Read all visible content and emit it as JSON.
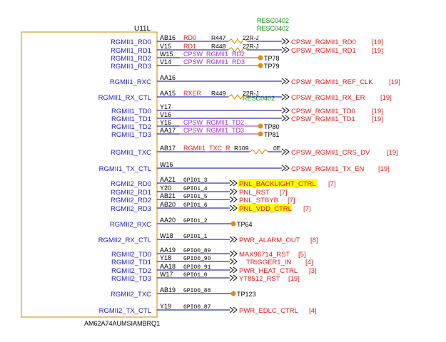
{
  "part": {
    "ref": "U11L",
    "name": "AM62A74AUMSIAMBRQ1"
  },
  "colors": {
    "pin_label": "#1a1ac8",
    "net_red": "#e01818",
    "net_purple": "#9932cc",
    "wire": "#0000a0",
    "resistor": "#cc8400",
    "testpoint": "#e08a1a",
    "green": "#109010",
    "highlight": "#ffff00",
    "black": "#000000"
  },
  "top_labels": {
    "res_a": "RESC0402",
    "res_b": "RESC0402",
    "res_c": "RESC0402"
  },
  "pins": [
    {
      "label": "RGMII1_RD0",
      "num": "AB16",
      "net": "RD0",
      "net_color": "red",
      "res": "R447",
      "res_val": "22R-J",
      "offpage": "CPSW_RGMII1_RD0",
      "ref": "[19]"
    },
    {
      "label": "RGMII1_RD1",
      "num": "V15",
      "net": "RD1",
      "net_color": "red",
      "res": "R448",
      "res_val": "22R-J",
      "offpage": "CPSW_RGMII1_RD1",
      "ref": "[19]"
    },
    {
      "label": "RGMII1_RD2",
      "num": "W15",
      "net": "CPSW_RGMII1_RD2",
      "net_color": "purple",
      "tp": "TP78"
    },
    {
      "label": "RGMII1_RD3",
      "num": "V14",
      "net": "CPSW_RGMII1_RD3",
      "net_color": "purple",
      "tp": "TP79"
    },
    {
      "label": "RGMII1_RXC",
      "num": "AA16",
      "offpage": "CPSW_RGMII1_REF_CLK",
      "ref": "[19]"
    },
    {
      "label": "RGMII1_RX_CTL",
      "num": "AA15",
      "net": "RXER",
      "net_color": "red",
      "res": "R449",
      "res_val": "22R-J",
      "offpage": "CPSW_RGMII1_RX_ER",
      "ref": "[19]"
    },
    {
      "label": "RGMII1_TD0",
      "num": "Y17",
      "offpage": "CPSW_RGMII1_TD0",
      "ref": "[19]"
    },
    {
      "label": "RGMII1_TD1",
      "num": "V16",
      "offpage": "CPSW_RGMII1_TD1",
      "ref": "[19]"
    },
    {
      "label": "RGMII1_TD2",
      "num": "Y16",
      "net": "CPSW_RGMII1_TD2",
      "net_color": "purple",
      "tp": "TP80"
    },
    {
      "label": "RGMII1_TD3",
      "num": "AA17",
      "net": "CPSW_RGMII1_TD3",
      "net_color": "purple",
      "tp": "TP81"
    },
    {
      "label": "RGMII1_TXC",
      "num": "AB17",
      "net": "RGMII1_TXC_R",
      "net_color": "red",
      "res": "R109",
      "res_val": "0E",
      "offpage": "CPSW_RGMII1_CRS_DV",
      "ref": "[19]"
    },
    {
      "label": "RGMII1_TX_CTL",
      "num": "W16",
      "offpage": "CPSW_RGMII1_TX_EN",
      "ref": "[19]"
    },
    {
      "label": "RGMII2_RD0",
      "num": "AA21",
      "gpio": "GPIO1_3",
      "offpage": "PNL_BACKLIGHT_CTRL",
      "ref": "[7]",
      "highlight": true
    },
    {
      "label": "RGMII2_RD1",
      "num": "Y20",
      "gpio": "GPIO1_4",
      "offpage": "PNL_RST",
      "ref": "[7]"
    },
    {
      "label": "RGMII2_RD2",
      "num": "AB21",
      "gpio": "GPIO1_5",
      "offpage": "PNL_STBYB",
      "ref": "[7]"
    },
    {
      "label": "RGMII2_RD3",
      "num": "AB20",
      "gpio": "GPIO1_6",
      "offpage": "PNL_VDD_CTRL",
      "ref": "[7]",
      "highlight": true
    },
    {
      "label": "RGMII2_RXC",
      "num": "AA20",
      "gpio": "GPIO1_2",
      "tp": "TP64"
    },
    {
      "label": "RGMII2_RX_CTL",
      "num": "W18",
      "gpio": "GPIO1_1",
      "offpage": "PWR_ALARM_OUT",
      "ref": "[8]"
    },
    {
      "label": "RGMII2_TD0",
      "num": "AA19",
      "gpio": "GPIO0_89",
      "offpage": "MAX96714_RST",
      "ref": "[5]"
    },
    {
      "label": "RGMII2_TD1",
      "num": "Y18",
      "gpio": "GPIO0_90",
      "offpage": "TRIGGER1_IN",
      "ref": "[4]"
    },
    {
      "label": "RGMII2_TD2",
      "num": "AA18",
      "gpio": "GPIO0_91",
      "offpage": "PWR_HEAT_CTRL",
      "ref": "[3]"
    },
    {
      "label": "RGMII2_TD3",
      "num": "W17",
      "gpio": "GPIO1_0",
      "offpage": "YT8512_RST",
      "ref": "[19]"
    },
    {
      "label": "RGMII2_TXC",
      "num": "AB19",
      "gpio": "GPIO0_88",
      "tp": "TP123"
    },
    {
      "label": "RGMII2_TX_CTL",
      "num": "Y19",
      "gpio": "GPIO0_87",
      "offpage": "PWR_EDLC_CTRL",
      "ref": "[4]"
    }
  ]
}
